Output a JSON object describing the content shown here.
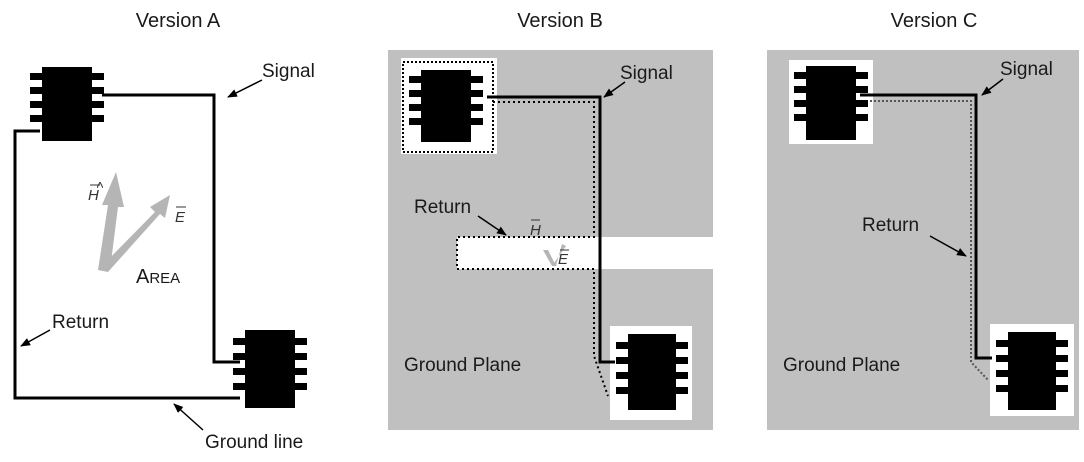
{
  "panels": [
    {
      "title": "Version A",
      "signal_label": "Signal",
      "return_label": "Return",
      "ground_line_label": "Ground line",
      "h_vector": "H",
      "e_vector": "E",
      "area_first": "A",
      "area_rest": "REA"
    },
    {
      "title": "Version B",
      "signal_label": "Signal",
      "return_label": "Return",
      "ground_plane_label": "Ground Plane",
      "h_vector": "H",
      "e_vector": "E"
    },
    {
      "title": "Version C",
      "signal_label": "Signal",
      "return_label": "Return",
      "ground_plane_label": "Ground Plane"
    }
  ],
  "colors": {
    "ground_plane": "#c0c0c0",
    "chip": "#000000",
    "trace": "#000000",
    "field_arrow": "#b5b5b5"
  }
}
